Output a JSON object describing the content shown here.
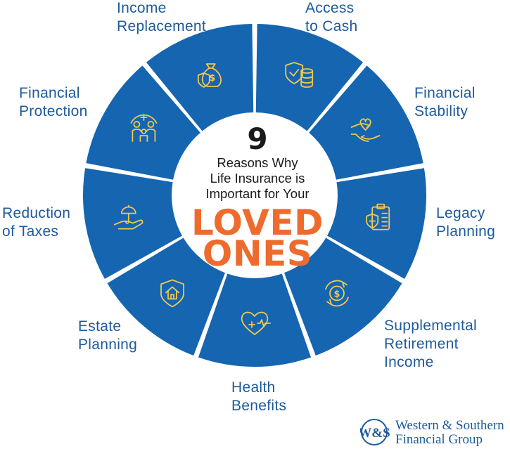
{
  "headline": {
    "number": "9",
    "subtitle_lines": [
      "Reasons Why",
      "Life Insurance is",
      "Important for Your"
    ],
    "emphasis_lines": [
      "LOVED",
      "ONES"
    ]
  },
  "reasons": [
    {
      "lines": [
        "Income",
        "Replacement"
      ],
      "icon": "money-bag-shield-icon"
    },
    {
      "lines": [
        "Access",
        "to Cash"
      ],
      "icon": "shield-coins-icon"
    },
    {
      "lines": [
        "Financial",
        "Stability"
      ],
      "icon": "hands-heart-icon"
    },
    {
      "lines": [
        "Legacy",
        "Planning"
      ],
      "icon": "clipboard-shield-icon"
    },
    {
      "lines": [
        "Supplemental",
        "Retirement",
        "Income"
      ],
      "icon": "dollar-cycle-icon"
    },
    {
      "lines": [
        "Health",
        "Benefits"
      ],
      "icon": "heart-cross-icon"
    },
    {
      "lines": [
        "Estate",
        "Planning"
      ],
      "icon": "house-shield-icon"
    },
    {
      "lines": [
        "Reduction",
        "of Taxes"
      ],
      "icon": "hand-umbrella-icon"
    },
    {
      "lines": [
        "Financial",
        "Protection"
      ],
      "icon": "family-icon"
    }
  ],
  "brand": {
    "monogram": "W&S",
    "name_lines": [
      "Western & Southern",
      "Financial Group"
    ]
  },
  "colors": {
    "segment": "#1565B0",
    "icon": "#F2C94C",
    "label": "#1E5A9A",
    "emphasis": "#EE6B2D",
    "text": "#1a1a1a"
  }
}
